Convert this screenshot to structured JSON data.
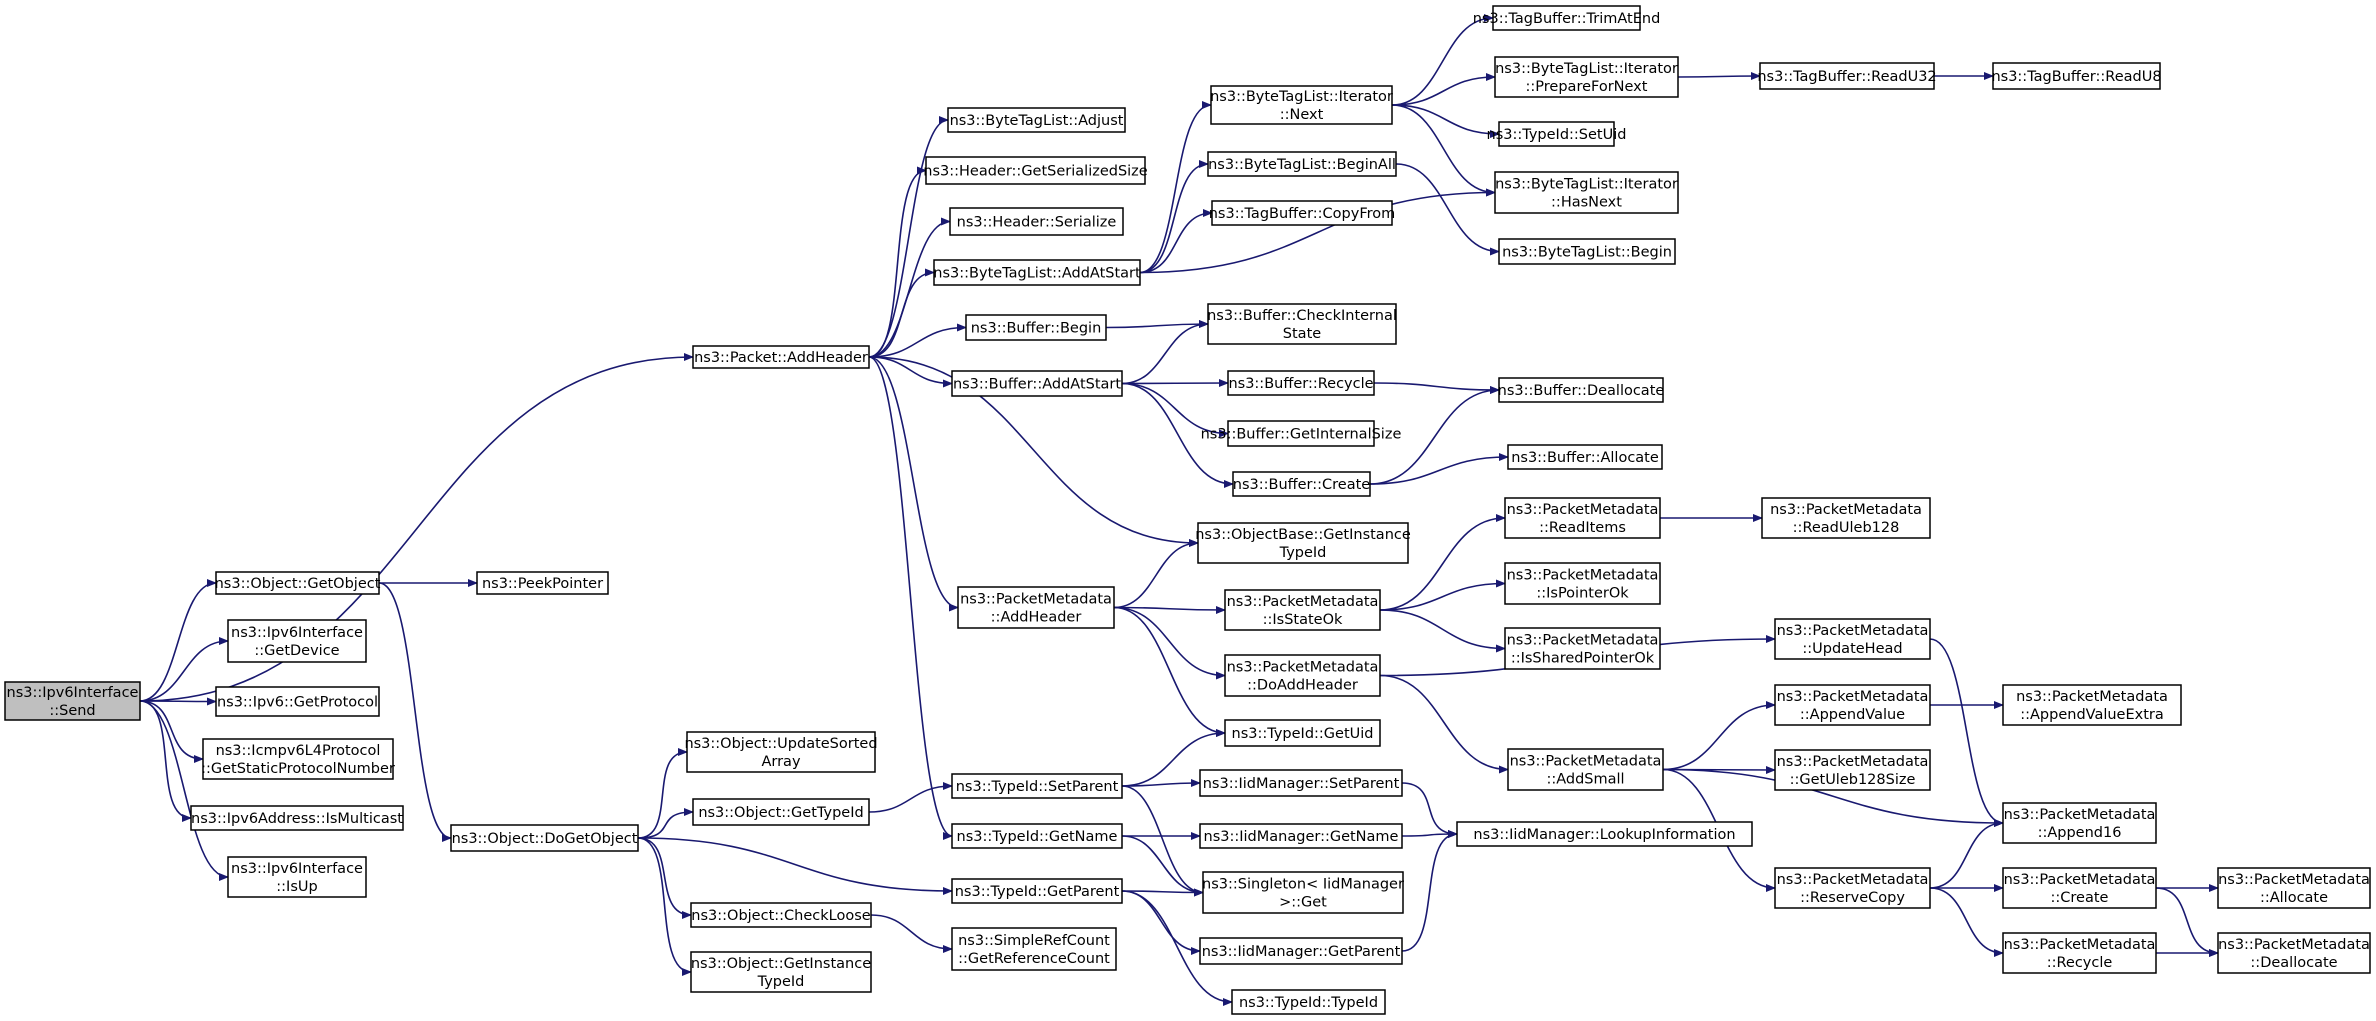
{
  "graph": {
    "edge_color": "#191970",
    "root_fill": "#bfbfbf",
    "nodes": [
      {
        "id": "send",
        "lines": [
          "ns3::Ipv6Interface",
          "::Send"
        ]
      },
      {
        "id": "getobject",
        "lines": [
          "ns3::Object::GetObject"
        ]
      },
      {
        "id": "getdevice",
        "lines": [
          "ns3::Ipv6Interface",
          "::GetDevice"
        ]
      },
      {
        "id": "getprotocol",
        "lines": [
          "ns3::Ipv6::GetProtocol"
        ]
      },
      {
        "id": "icmpv6",
        "lines": [
          "ns3::Icmpv6L4Protocol",
          "::GetStaticProtocolNumber"
        ]
      },
      {
        "id": "ismulticast",
        "lines": [
          "ns3::Ipv6Address::IsMulticast"
        ]
      },
      {
        "id": "isup",
        "lines": [
          "ns3::Ipv6Interface",
          "::IsUp"
        ]
      },
      {
        "id": "peekpointer",
        "lines": [
          "ns3::PeekPointer"
        ]
      },
      {
        "id": "dogetobject",
        "lines": [
          "ns3::Object::DoGetObject"
        ]
      },
      {
        "id": "packet_addheader",
        "lines": [
          "ns3::Packet::AddHeader"
        ]
      },
      {
        "id": "updatesortedarray",
        "lines": [
          "ns3::Object::UpdateSorted",
          "Array"
        ]
      },
      {
        "id": "obj_gettypeid",
        "lines": [
          "ns3::Object::GetTypeId"
        ]
      },
      {
        "id": "checkloose",
        "lines": [
          "ns3::Object::CheckLoose"
        ]
      },
      {
        "id": "obj_getinstancetypeid",
        "lines": [
          "ns3::Object::GetInstance",
          "TypeId"
        ]
      },
      {
        "id": "btl_adjust",
        "lines": [
          "ns3::ByteTagList::Adjust"
        ]
      },
      {
        "id": "hdr_getserializedsize",
        "lines": [
          "ns3::Header::GetSerializedSize"
        ]
      },
      {
        "id": "hdr_serialize",
        "lines": [
          "ns3::Header::Serialize"
        ]
      },
      {
        "id": "btl_addatstart",
        "lines": [
          "ns3::ByteTagList::AddAtStart"
        ]
      },
      {
        "id": "buf_begin",
        "lines": [
          "ns3::Buffer::Begin"
        ]
      },
      {
        "id": "buf_addatstart",
        "lines": [
          "ns3::Buffer::AddAtStart"
        ]
      },
      {
        "id": "pm_addheader",
        "lines": [
          "ns3::PacketMetadata",
          "::AddHeader"
        ]
      },
      {
        "id": "tid_setparent",
        "lines": [
          "ns3::TypeId::SetParent"
        ]
      },
      {
        "id": "tid_getname",
        "lines": [
          "ns3::TypeId::GetName"
        ]
      },
      {
        "id": "tid_getparent",
        "lines": [
          "ns3::TypeId::GetParent"
        ]
      },
      {
        "id": "src_getrefcount",
        "lines": [
          "ns3::SimpleRefCount",
          "::GetReferenceCount"
        ]
      },
      {
        "id": "btl_iter_next",
        "lines": [
          "ns3::ByteTagList::Iterator",
          "::Next"
        ]
      },
      {
        "id": "btl_beginall",
        "lines": [
          "ns3::ByteTagList::BeginAll"
        ]
      },
      {
        "id": "tb_copyfrom",
        "lines": [
          "ns3::TagBuffer::CopyFrom"
        ]
      },
      {
        "id": "buf_checkinternalstate",
        "lines": [
          "ns3::Buffer::CheckInternal",
          "State"
        ]
      },
      {
        "id": "buf_recycle",
        "lines": [
          "ns3::Buffer::Recycle"
        ]
      },
      {
        "id": "buf_getinternalsize",
        "lines": [
          "ns3::Buffer::GetInternalSize"
        ]
      },
      {
        "id": "buf_create",
        "lines": [
          "ns3::Buffer::Create"
        ]
      },
      {
        "id": "ob_getinstancetypeid",
        "lines": [
          "ns3::ObjectBase::GetInstance",
          "TypeId"
        ]
      },
      {
        "id": "pm_isstateok",
        "lines": [
          "ns3::PacketMetadata",
          "::IsStateOk"
        ]
      },
      {
        "id": "pm_doaddheader",
        "lines": [
          "ns3::PacketMetadata",
          "::DoAddHeader"
        ]
      },
      {
        "id": "tid_getuid",
        "lines": [
          "ns3::TypeId::GetUid"
        ]
      },
      {
        "id": "iid_setparent",
        "lines": [
          "ns3::IidManager::SetParent"
        ]
      },
      {
        "id": "iid_getname",
        "lines": [
          "ns3::IidManager::GetName"
        ]
      },
      {
        "id": "singleton_get",
        "lines": [
          "ns3::Singleton< IidManager",
          ">::Get"
        ]
      },
      {
        "id": "iid_getparent",
        "lines": [
          "ns3::IidManager::GetParent"
        ]
      },
      {
        "id": "tid_typeid",
        "lines": [
          "ns3::TypeId::TypeId"
        ]
      },
      {
        "id": "tb_trimatend",
        "lines": [
          "ns3::TagBuffer::TrimAtEnd"
        ]
      },
      {
        "id": "btl_iter_preparefornext",
        "lines": [
          "ns3::ByteTagList::Iterator",
          "::PrepareForNext"
        ]
      },
      {
        "id": "tid_setuid",
        "lines": [
          "ns3::TypeId::SetUid"
        ]
      },
      {
        "id": "btl_iter_hasnext",
        "lines": [
          "ns3::ByteTagList::Iterator",
          "::HasNext"
        ]
      },
      {
        "id": "btl_begin",
        "lines": [
          "ns3::ByteTagList::Begin"
        ]
      },
      {
        "id": "buf_deallocate",
        "lines": [
          "ns3::Buffer::Deallocate"
        ]
      },
      {
        "id": "buf_allocate",
        "lines": [
          "ns3::Buffer::Allocate"
        ]
      },
      {
        "id": "pm_readitems",
        "lines": [
          "ns3::PacketMetadata",
          "::ReadItems"
        ]
      },
      {
        "id": "pm_ispointerok",
        "lines": [
          "ns3::PacketMetadata",
          "::IsPointerOk"
        ]
      },
      {
        "id": "pm_issharedpointerok",
        "lines": [
          "ns3::PacketMetadata",
          "::IsSharedPointerOk"
        ]
      },
      {
        "id": "pm_addsmall",
        "lines": [
          "ns3::PacketMetadata",
          "::AddSmall"
        ]
      },
      {
        "id": "iid_lookupinformation",
        "lines": [
          "ns3::IidManager::LookupInformation"
        ]
      },
      {
        "id": "tb_readu32",
        "lines": [
          "ns3::TagBuffer::ReadU32"
        ]
      },
      {
        "id": "tb_readu8",
        "lines": [
          "ns3::TagBuffer::ReadU8"
        ]
      },
      {
        "id": "pm_readuleb128",
        "lines": [
          "ns3::PacketMetadata",
          "::ReadUleb128"
        ]
      },
      {
        "id": "pm_updatehead",
        "lines": [
          "ns3::PacketMetadata",
          "::UpdateHead"
        ]
      },
      {
        "id": "pm_appendvalue",
        "lines": [
          "ns3::PacketMetadata",
          "::AppendValue"
        ]
      },
      {
        "id": "pm_getuleb128size",
        "lines": [
          "ns3::PacketMetadata",
          "::GetUleb128Size"
        ]
      },
      {
        "id": "pm_reservecopy",
        "lines": [
          "ns3::PacketMetadata",
          "::ReserveCopy"
        ]
      },
      {
        "id": "pm_appendvalueextra",
        "lines": [
          "ns3::PacketMetadata",
          "::AppendValueExtra"
        ]
      },
      {
        "id": "pm_append16",
        "lines": [
          "ns3::PacketMetadata",
          "::Append16"
        ]
      },
      {
        "id": "pm_create",
        "lines": [
          "ns3::PacketMetadata",
          "::Create"
        ]
      },
      {
        "id": "pm_recycle",
        "lines": [
          "ns3::PacketMetadata",
          "::Recycle"
        ]
      },
      {
        "id": "pm_allocate",
        "lines": [
          "ns3::PacketMetadata",
          "::Allocate"
        ]
      },
      {
        "id": "pm_deallocate",
        "lines": [
          "ns3::PacketMetadata",
          "::Deallocate"
        ]
      }
    ],
    "edges": [
      [
        "send",
        "packet_addheader"
      ],
      [
        "send",
        "getobject"
      ],
      [
        "send",
        "getdevice"
      ],
      [
        "send",
        "getprotocol"
      ],
      [
        "send",
        "icmpv6"
      ],
      [
        "send",
        "ismulticast"
      ],
      [
        "send",
        "isup"
      ],
      [
        "getobject",
        "peekpointer"
      ],
      [
        "getobject",
        "dogetobject"
      ],
      [
        "dogetobject",
        "updatesortedarray"
      ],
      [
        "dogetobject",
        "obj_gettypeid"
      ],
      [
        "dogetobject",
        "checkloose"
      ],
      [
        "dogetobject",
        "obj_getinstancetypeid"
      ],
      [
        "dogetobject",
        "tid_getparent"
      ],
      [
        "obj_gettypeid",
        "tid_setparent"
      ],
      [
        "checkloose",
        "src_getrefcount"
      ],
      [
        "packet_addheader",
        "btl_adjust"
      ],
      [
        "packet_addheader",
        "hdr_getserializedsize"
      ],
      [
        "packet_addheader",
        "hdr_serialize"
      ],
      [
        "packet_addheader",
        "btl_addatstart"
      ],
      [
        "packet_addheader",
        "buf_begin"
      ],
      [
        "packet_addheader",
        "buf_addatstart"
      ],
      [
        "packet_addheader",
        "ob_getinstancetypeid"
      ],
      [
        "packet_addheader",
        "pm_addheader"
      ],
      [
        "packet_addheader",
        "tid_getname"
      ],
      [
        "btl_addatstart",
        "btl_iter_next"
      ],
      [
        "btl_addatstart",
        "btl_beginall"
      ],
      [
        "btl_addatstart",
        "tb_copyfrom"
      ],
      [
        "btl_addatstart",
        "btl_iter_hasnext"
      ],
      [
        "btl_iter_next",
        "tb_trimatend"
      ],
      [
        "btl_iter_next",
        "btl_iter_preparefornext"
      ],
      [
        "btl_iter_next",
        "tid_setuid"
      ],
      [
        "btl_iter_next",
        "btl_iter_hasnext"
      ],
      [
        "btl_iter_preparefornext",
        "tb_readu32"
      ],
      [
        "tb_readu32",
        "tb_readu8"
      ],
      [
        "btl_beginall",
        "btl_begin"
      ],
      [
        "buf_begin",
        "buf_checkinternalstate"
      ],
      [
        "buf_addatstart",
        "buf_checkinternalstate"
      ],
      [
        "buf_addatstart",
        "buf_recycle"
      ],
      [
        "buf_addatstart",
        "buf_getinternalsize"
      ],
      [
        "buf_addatstart",
        "buf_create"
      ],
      [
        "buf_recycle",
        "buf_deallocate"
      ],
      [
        "buf_create",
        "buf_deallocate"
      ],
      [
        "buf_create",
        "buf_allocate"
      ],
      [
        "pm_addheader",
        "ob_getinstancetypeid"
      ],
      [
        "pm_addheader",
        "pm_isstateok"
      ],
      [
        "pm_addheader",
        "pm_doaddheader"
      ],
      [
        "pm_addheader",
        "tid_getuid"
      ],
      [
        "pm_isstateok",
        "pm_readitems"
      ],
      [
        "pm_isstateok",
        "pm_ispointerok"
      ],
      [
        "pm_isstateok",
        "pm_issharedpointerok"
      ],
      [
        "pm_readitems",
        "pm_readuleb128"
      ],
      [
        "pm_doaddheader",
        "pm_updatehead"
      ],
      [
        "pm_doaddheader",
        "pm_addsmall"
      ],
      [
        "pm_updatehead",
        "pm_append16"
      ],
      [
        "pm_addsmall",
        "pm_appendvalue"
      ],
      [
        "pm_addsmall",
        "pm_getuleb128size"
      ],
      [
        "pm_addsmall",
        "pm_append16"
      ],
      [
        "pm_addsmall",
        "pm_reservecopy"
      ],
      [
        "pm_appendvalue",
        "pm_appendvalueextra"
      ],
      [
        "pm_reservecopy",
        "pm_append16"
      ],
      [
        "pm_reservecopy",
        "pm_create"
      ],
      [
        "pm_reservecopy",
        "pm_recycle"
      ],
      [
        "pm_create",
        "pm_allocate"
      ],
      [
        "pm_create",
        "pm_deallocate"
      ],
      [
        "pm_recycle",
        "pm_deallocate"
      ],
      [
        "tid_setparent",
        "tid_getuid"
      ],
      [
        "tid_setparent",
        "iid_setparent"
      ],
      [
        "tid_setparent",
        "singleton_get"
      ],
      [
        "tid_getname",
        "iid_getname"
      ],
      [
        "tid_getname",
        "singleton_get"
      ],
      [
        "tid_getparent",
        "singleton_get"
      ],
      [
        "tid_getparent",
        "iid_getparent"
      ],
      [
        "tid_getparent",
        "tid_typeid"
      ],
      [
        "iid_setparent",
        "iid_lookupinformation"
      ],
      [
        "iid_getname",
        "iid_lookupinformation"
      ],
      [
        "iid_getparent",
        "iid_lookupinformation"
      ]
    ]
  }
}
